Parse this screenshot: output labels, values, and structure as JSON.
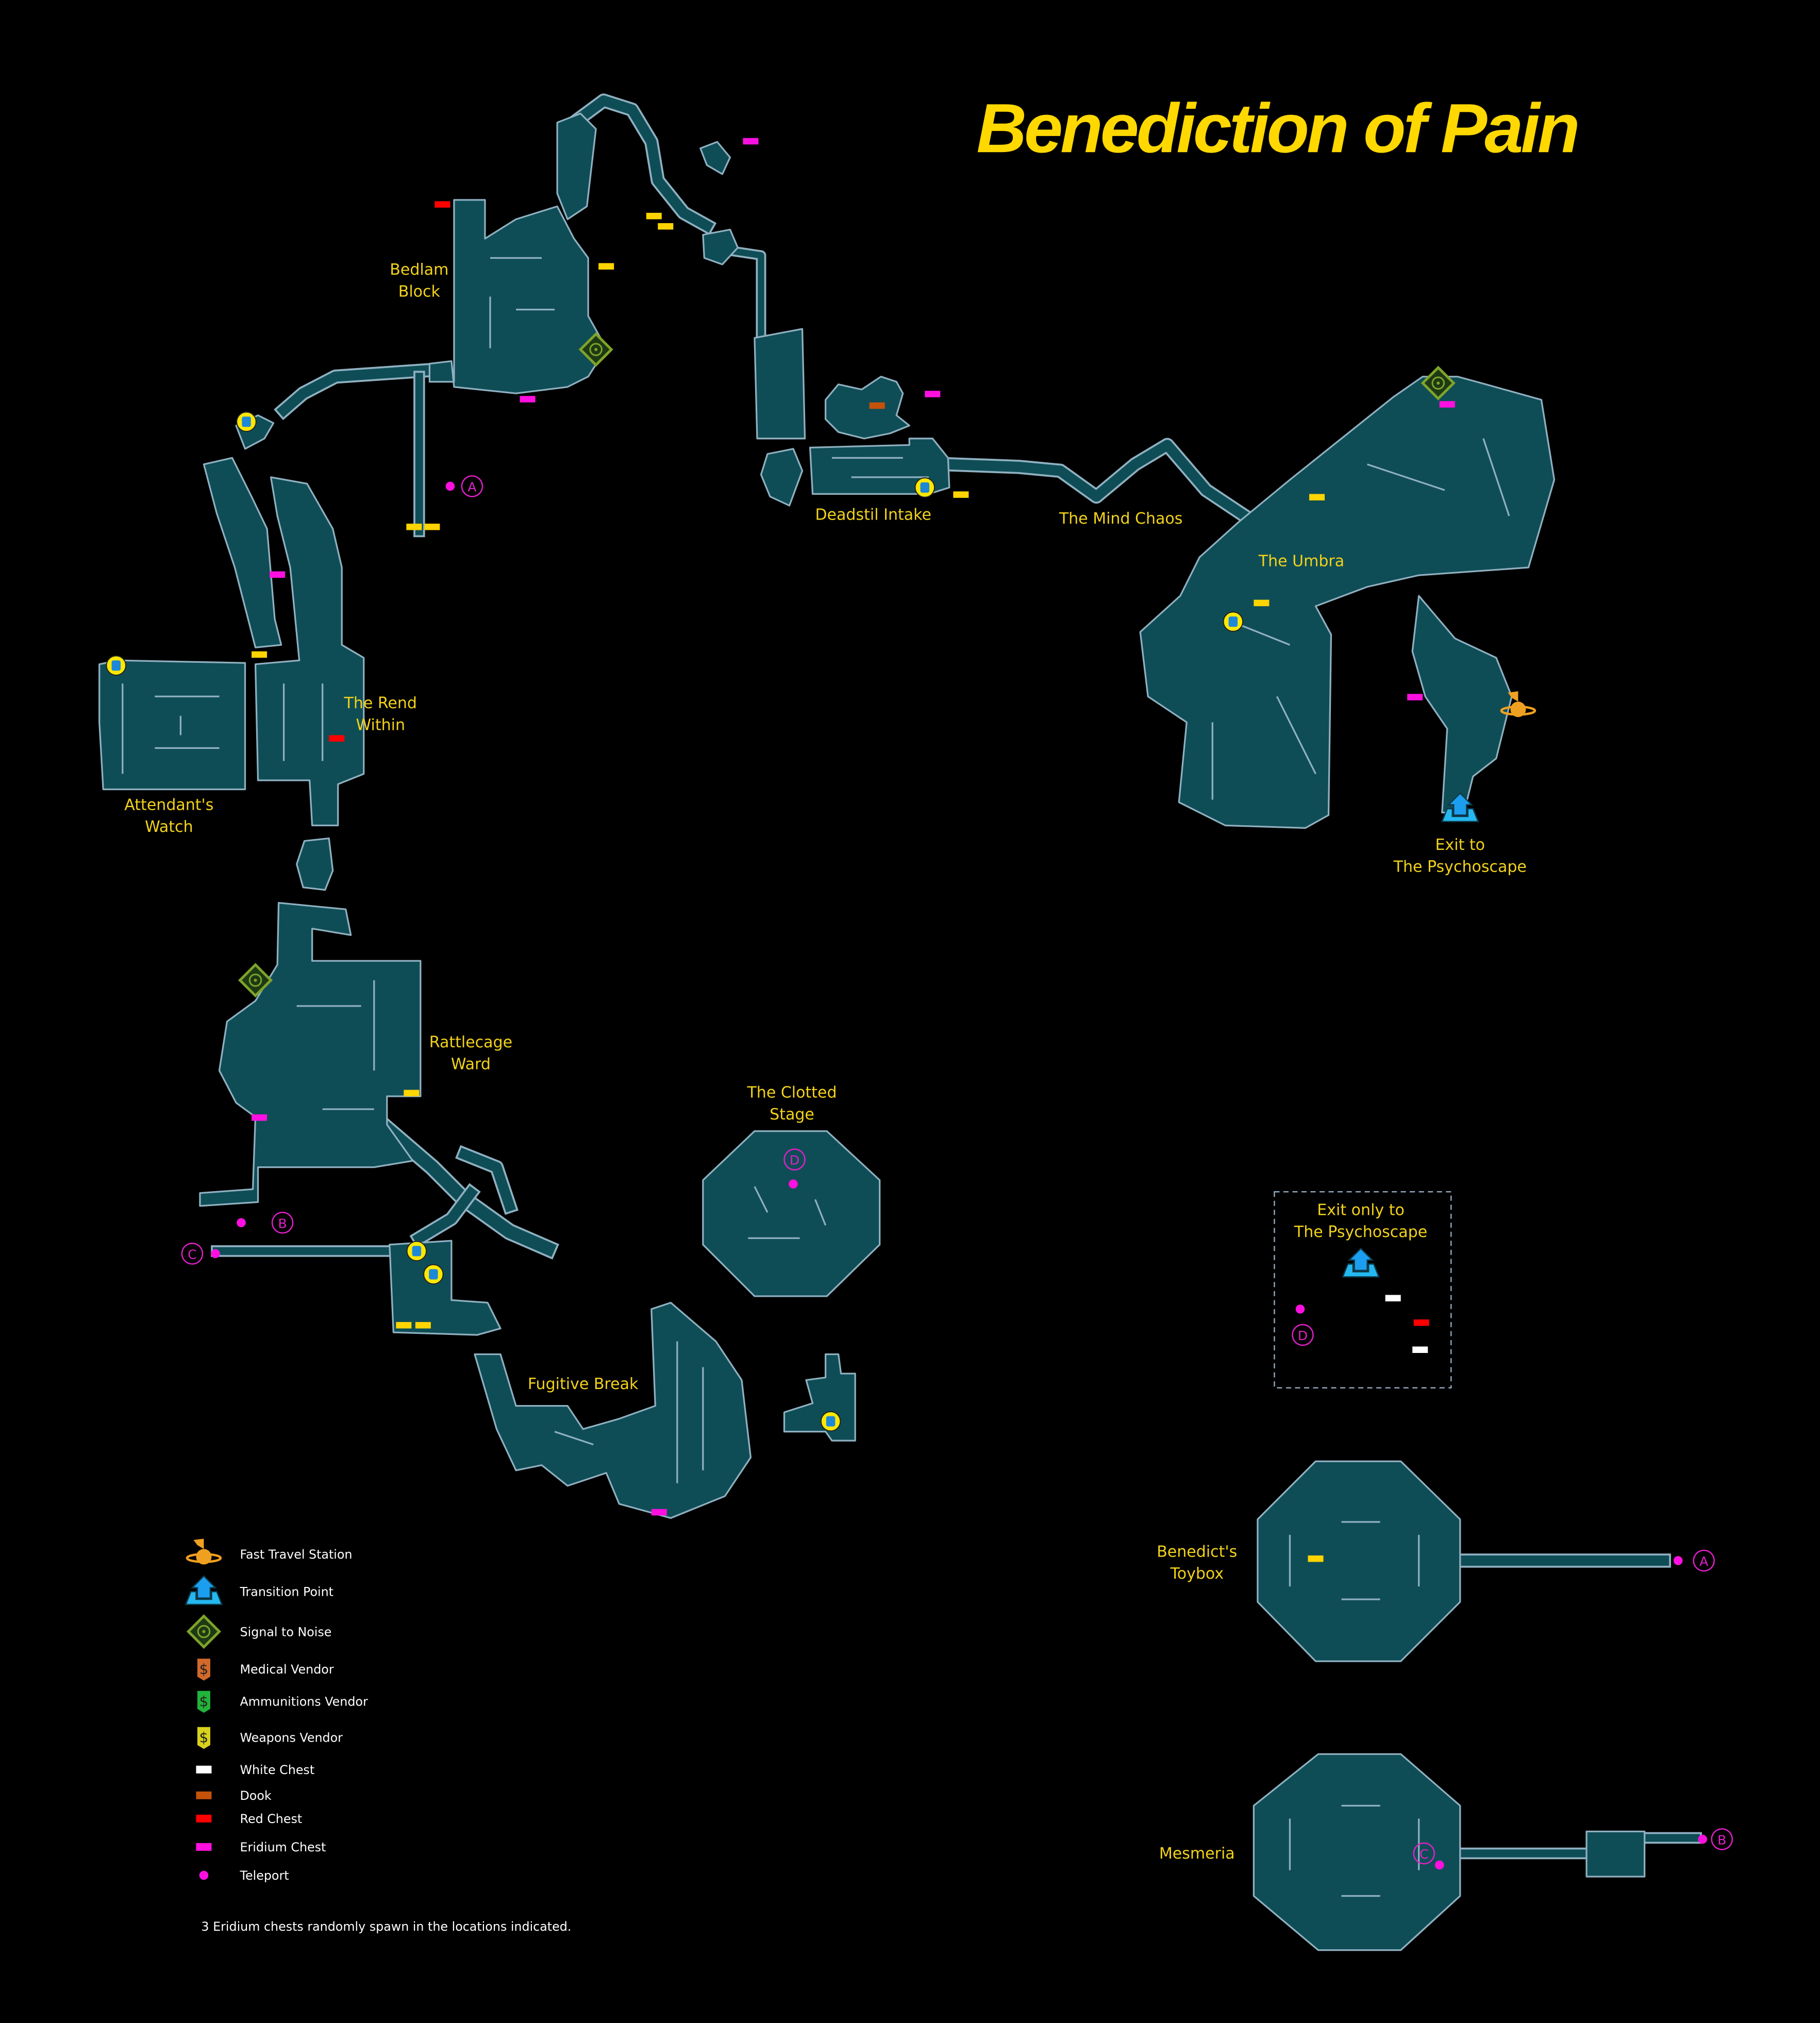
{
  "title": "Benediction of Pain",
  "areas": {
    "bedlam_block": [
      "Bedlam",
      "Block"
    ],
    "deadstil_intake": "Deadstil Intake",
    "mind_chaos": "The Mind Chaos",
    "umbra": "The Umbra",
    "rend_within": [
      "The Rend",
      "Within"
    ],
    "attendants_watch": [
      "Attendant's",
      "Watch"
    ],
    "exit_psychoscape": [
      "Exit to",
      "The Psychoscape"
    ],
    "rattlecage_ward": [
      "Rattlecage",
      "Ward"
    ],
    "clotted_stage": [
      "The Clotted",
      "Stage"
    ],
    "fugitive_break": "Fugitive Break",
    "exit_only": [
      "Exit only to",
      "The Psychoscape"
    ],
    "benedicts_toybox": [
      "Benedict's",
      "Toybox"
    ],
    "mesmeria": "Mesmeria"
  },
  "teleports": {
    "a": "A",
    "b": "B",
    "c": "C",
    "d": "D"
  },
  "legend": {
    "items": [
      {
        "label": "Fast Travel Station",
        "icon": "fast-travel-icon"
      },
      {
        "label": "Transition Point",
        "icon": "transition-arrow-icon"
      },
      {
        "label": "Signal to Noise",
        "icon": "signal-to-noise-icon"
      },
      {
        "label": "Medical Vendor",
        "icon": "medical-vendor-icon",
        "color": "#d2692a"
      },
      {
        "label": "Ammunitions Vendor",
        "icon": "ammo-vendor-icon",
        "color": "#22b33a"
      },
      {
        "label": "Weapons Vendor",
        "icon": "weapons-vendor-icon",
        "color": "#d8d21c"
      },
      {
        "label": "White Chest",
        "color": "#ffffff"
      },
      {
        "label": "Dook",
        "color": "#c4520a"
      },
      {
        "label": "Red Chest",
        "color": "#ff0000"
      },
      {
        "label": "Eridium Chest",
        "color": "#ff10e0"
      },
      {
        "label": "Teleport",
        "color": "#ff10e0"
      }
    ],
    "vendor_symbol": "$",
    "note": "3 Eridium chests randomly spawn in the locations indicated."
  },
  "colors": {
    "floor": "#0f4d56",
    "outline": "#8fb0c0",
    "label": "#f2d21b",
    "title": "#ffd800",
    "echo": "#ffe800",
    "yellow_marker": "#ffd400"
  }
}
